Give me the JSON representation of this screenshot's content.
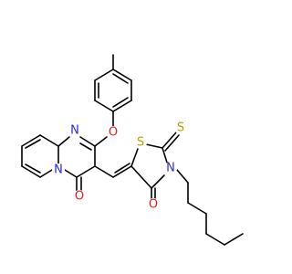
{
  "atoms": {
    "N1": {
      "symbol": "N",
      "color": "#2b2bd6"
    },
    "N2": {
      "symbol": "N",
      "color": "#2b2bd6"
    },
    "N3": {
      "symbol": "N",
      "color": "#2b2bd6"
    },
    "O1": {
      "symbol": "O",
      "color": "#e3211c"
    },
    "O2": {
      "symbol": "O",
      "color": "#e3211c"
    },
    "O3": {
      "symbol": "O",
      "color": "#e3211c"
    },
    "S1": {
      "symbol": "S",
      "color": "#b7a100"
    },
    "S2": {
      "symbol": "S",
      "color": "#b7a100"
    }
  },
  "bond_color": "#000000",
  "background": "#ffffff"
}
